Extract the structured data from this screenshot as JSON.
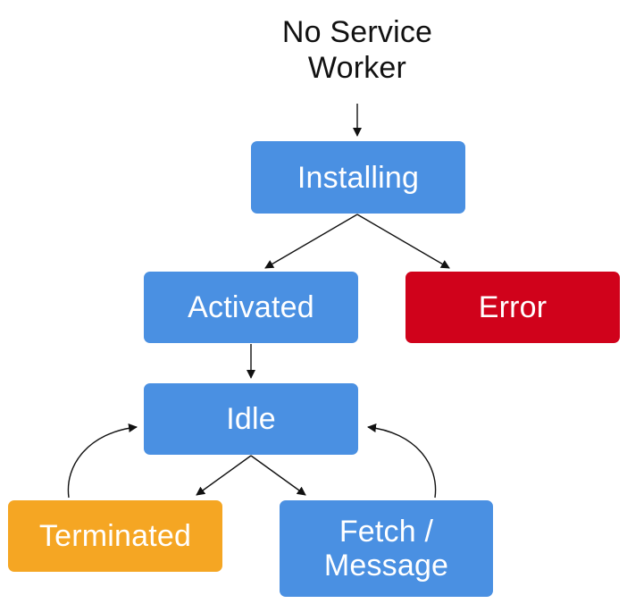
{
  "diagram": {
    "start": {
      "line1": "No Service",
      "line2": "Worker"
    },
    "nodes": {
      "installing": "Installing",
      "activated": "Activated",
      "error": "Error",
      "idle": "Idle",
      "terminated": "Terminated",
      "fetch_message_line1": "Fetch /",
      "fetch_message_line2": "Message"
    },
    "colors": {
      "state_blue": "#4A90E2",
      "error_red": "#D0021B",
      "terminated_orange": "#F5A623",
      "arrow": "#111111"
    }
  }
}
